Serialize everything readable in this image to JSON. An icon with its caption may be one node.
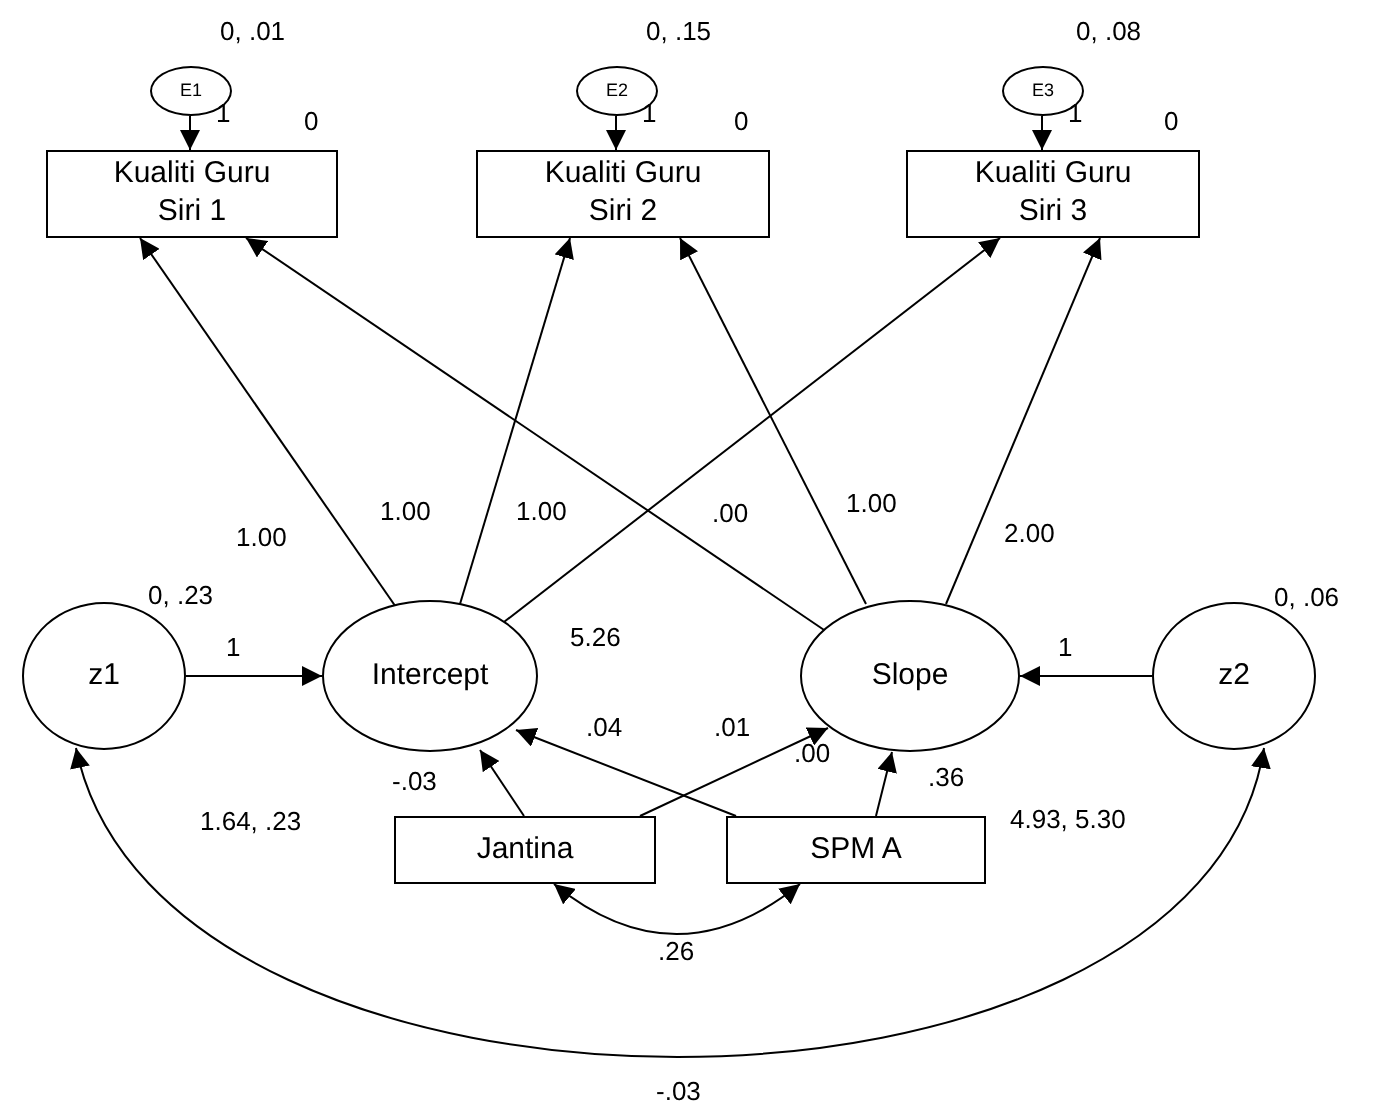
{
  "diagram": {
    "nodes": [
      {
        "text": [
          "E1"
        ],
        "beside": [
          "0, .01"
        ]
      },
      {
        "text": [
          "E2"
        ],
        "beside": [
          "0, .15"
        ]
      },
      {
        "text": [
          "E3"
        ],
        "beside": [
          "0, .08"
        ]
      },
      {
        "text": [
          "Kualiti Guru Siri 1"
        ],
        "beside": [
          "0"
        ]
      },
      {
        "text": [
          "Kualiti Guru Siri 2"
        ],
        "beside": [
          "0"
        ]
      },
      {
        "text": [
          "Kualiti Guru Siri 3"
        ],
        "beside": [
          "0"
        ]
      },
      {
        "text": [
          "z1"
        ],
        "beside": [
          "0, .23"
        ]
      },
      {
        "text": [
          "Intercept"
        ],
        "beside": [
          "5.26"
        ]
      },
      {
        "text": [
          "Slope"
        ],
        "beside": [
          ".00"
        ]
      },
      {
        "text": [
          "z2"
        ],
        "beside": [
          "0, .06"
        ]
      },
      {
        "text": [
          "Jantina"
        ],
        "beside": [
          "1.64, .23"
        ]
      },
      {
        "text": [
          "SPM A"
        ],
        "beside": [
          "4.93, 5.30"
        ]
      }
    ],
    "edges": [
      {
        "from": 0,
        "to": 3,
        "arrow": "to",
        "label": "1"
      },
      {
        "from": 1,
        "to": 4,
        "arrow": "to",
        "label": "1"
      },
      {
        "from": 2,
        "to": 5,
        "arrow": "to",
        "label": "1"
      },
      {
        "from": 7,
        "to": 3,
        "arrow": "to",
        "label": "1.00"
      },
      {
        "from": 7,
        "to": 4,
        "arrow": "to",
        "label": "1.00"
      },
      {
        "from": 7,
        "to": 5,
        "arrow": "to",
        "label": "1.00"
      },
      {
        "from": 8,
        "to": 3,
        "arrow": "to",
        "label": ".00"
      },
      {
        "from": 8,
        "to": 4,
        "arrow": "to",
        "label": "1.00"
      },
      {
        "from": 8,
        "to": 5,
        "arrow": "to",
        "label": "2.00"
      },
      {
        "from": 6,
        "to": 7,
        "arrow": "to",
        "label": "1"
      },
      {
        "from": 9,
        "to": 8,
        "arrow": "to",
        "label": "1"
      },
      {
        "from": 10,
        "to": 7,
        "arrow": "to",
        "label": "-.03"
      },
      {
        "from": 11,
        "to": 7,
        "arrow": "to",
        "label": ".04"
      },
      {
        "from": 10,
        "to": 8,
        "arrow": "to",
        "label": ".01"
      },
      {
        "from": 11,
        "to": 8,
        "arrow": "to",
        "label": ".36"
      },
      {
        "from": 10,
        "to": 11,
        "arrow": "both",
        "label": ".26"
      },
      {
        "from": 6,
        "to": 9,
        "arrow": "both",
        "label": "-.03"
      }
    ]
  }
}
